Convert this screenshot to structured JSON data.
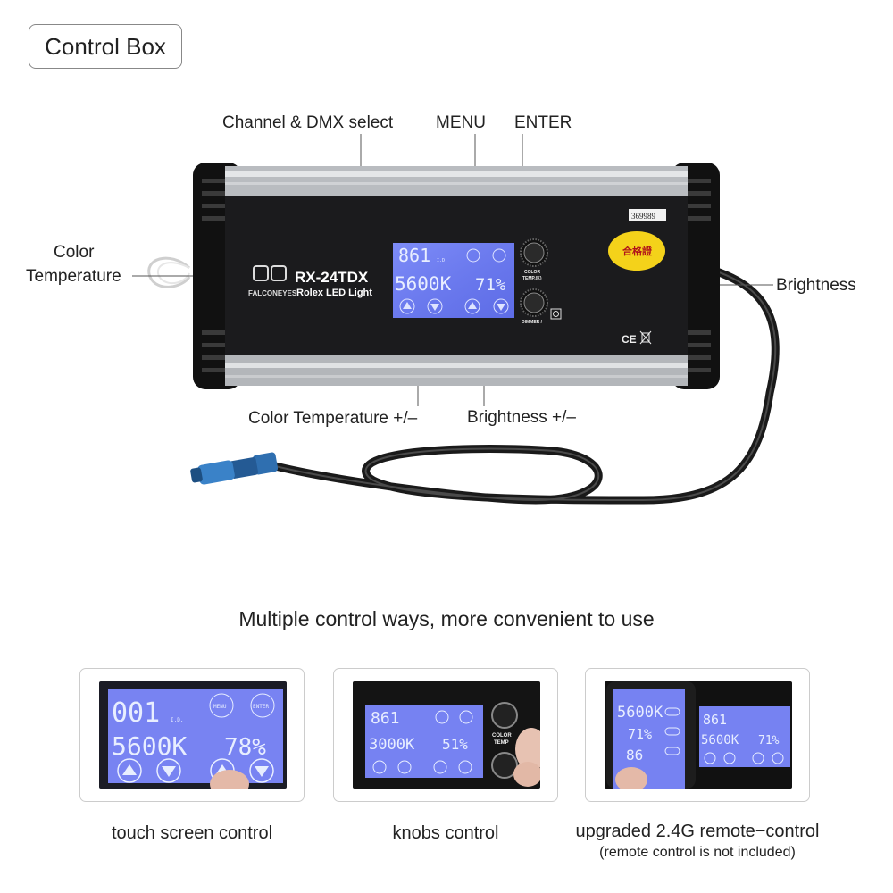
{
  "header": {
    "title": "Control Box"
  },
  "callouts": {
    "channel_dmx": "Channel & DMX select",
    "menu": "MENU",
    "enter": "ENTER",
    "color_temp_line1": "Color",
    "color_temp_line2": "Temperature",
    "brightness": "Brightness",
    "color_temp_adjust": "Color Temperature +/–",
    "brightness_adjust": "Brightness +/–"
  },
  "device": {
    "brand": "FALCONEYES",
    "model": "RX-24TDX",
    "product_line": "Rolex  LED Light",
    "serial": "369989",
    "cert_text": "合格證",
    "lcd": {
      "channel": "861",
      "channel_suffix": "I.D.",
      "cct": "5600K",
      "brightness": "71%"
    },
    "knob_color_label_1": "COLOR",
    "knob_color_label_2": "TEMP.(K)",
    "knob_dimmer_label": "DIMMER /",
    "ce_mark": "CE"
  },
  "section": {
    "title": "Multiple control ways, more convenient to use"
  },
  "cards": [
    {
      "caption": "touch screen control",
      "lcd": {
        "channel": "001",
        "channel_suffix": "I.D.",
        "cct": "5600K",
        "brightness": "78%",
        "menu": "MENU",
        "enter": "ENTER"
      }
    },
    {
      "caption": "knobs control",
      "lcd": {
        "channel": "861",
        "cct": "3000K",
        "brightness": "51%"
      },
      "knob_label_1": "COLOR",
      "knob_label_2": "TEMP"
    },
    {
      "caption": "upgraded 2.4G remote−control",
      "subcaption": "(remote control is not included)",
      "remote": {
        "cct": "5600K",
        "brightness": "71%",
        "channel": "86"
      },
      "lcd": {
        "channel": "861",
        "cct": "5600K",
        "brightness": "71%"
      }
    }
  ]
}
